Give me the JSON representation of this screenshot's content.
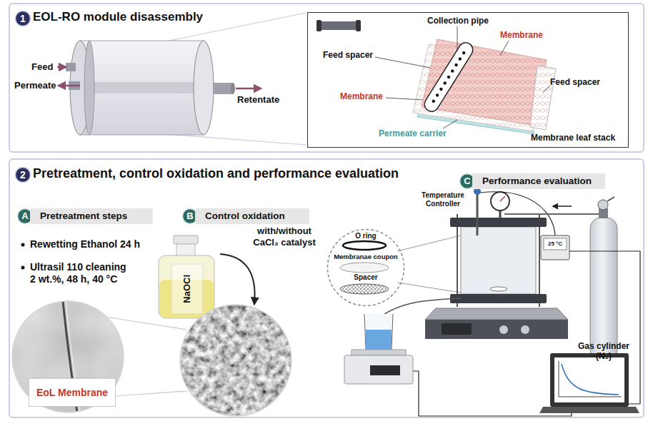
{
  "diagram": {
    "nodes": [
      {
        "text": [
          "EOL-RO module disassembly"
        ]
      },
      {
        "text": [
          "1"
        ],
        "in": 0
      },
      {
        "text": [
          "Membrane leaf stack"
        ],
        "in": 0
      },
      {
        "text": [
          "Pretreatment, control oxidation and performance evaluation"
        ]
      },
      {
        "text": [
          "2"
        ],
        "in": 3
      },
      {
        "text": [
          "A"
        ],
        "in": 3
      },
      {
        "text": [
          "Pretreatment steps"
        ],
        "in": 3
      },
      {
        "text": [
          "B"
        ],
        "in": 3
      },
      {
        "text": [
          "Control oxidation"
        ],
        "in": 3
      },
      {
        "text": [
          "C"
        ],
        "in": 3
      },
      {
        "text": [
          "Performance evaluation"
        ],
        "in": 3
      },
      {
        "text": [
          "EoL Membrane"
        ],
        "in": 3
      },
      {
        "text": [
          "O ring",
          "Membranae coupon",
          "Spacer"
        ],
        "in": 3
      }
    ],
    "labels": [
      "Feed",
      "Permeate",
      "Retentate",
      "Collection pipe",
      "Membrane",
      "Feed spacer",
      "Membrane",
      "Feed spacer",
      "Permeate carrier",
      "Rewetting Ethanol 24 h",
      "Ultrasil 110 cleaning 2 wt.%, 48 h, 40 °C",
      "with/without CaCl₂ catalyst",
      "NaOCl",
      "Temperature Controller",
      "25 °C",
      "Gas cylinder (N₂)"
    ]
  }
}
